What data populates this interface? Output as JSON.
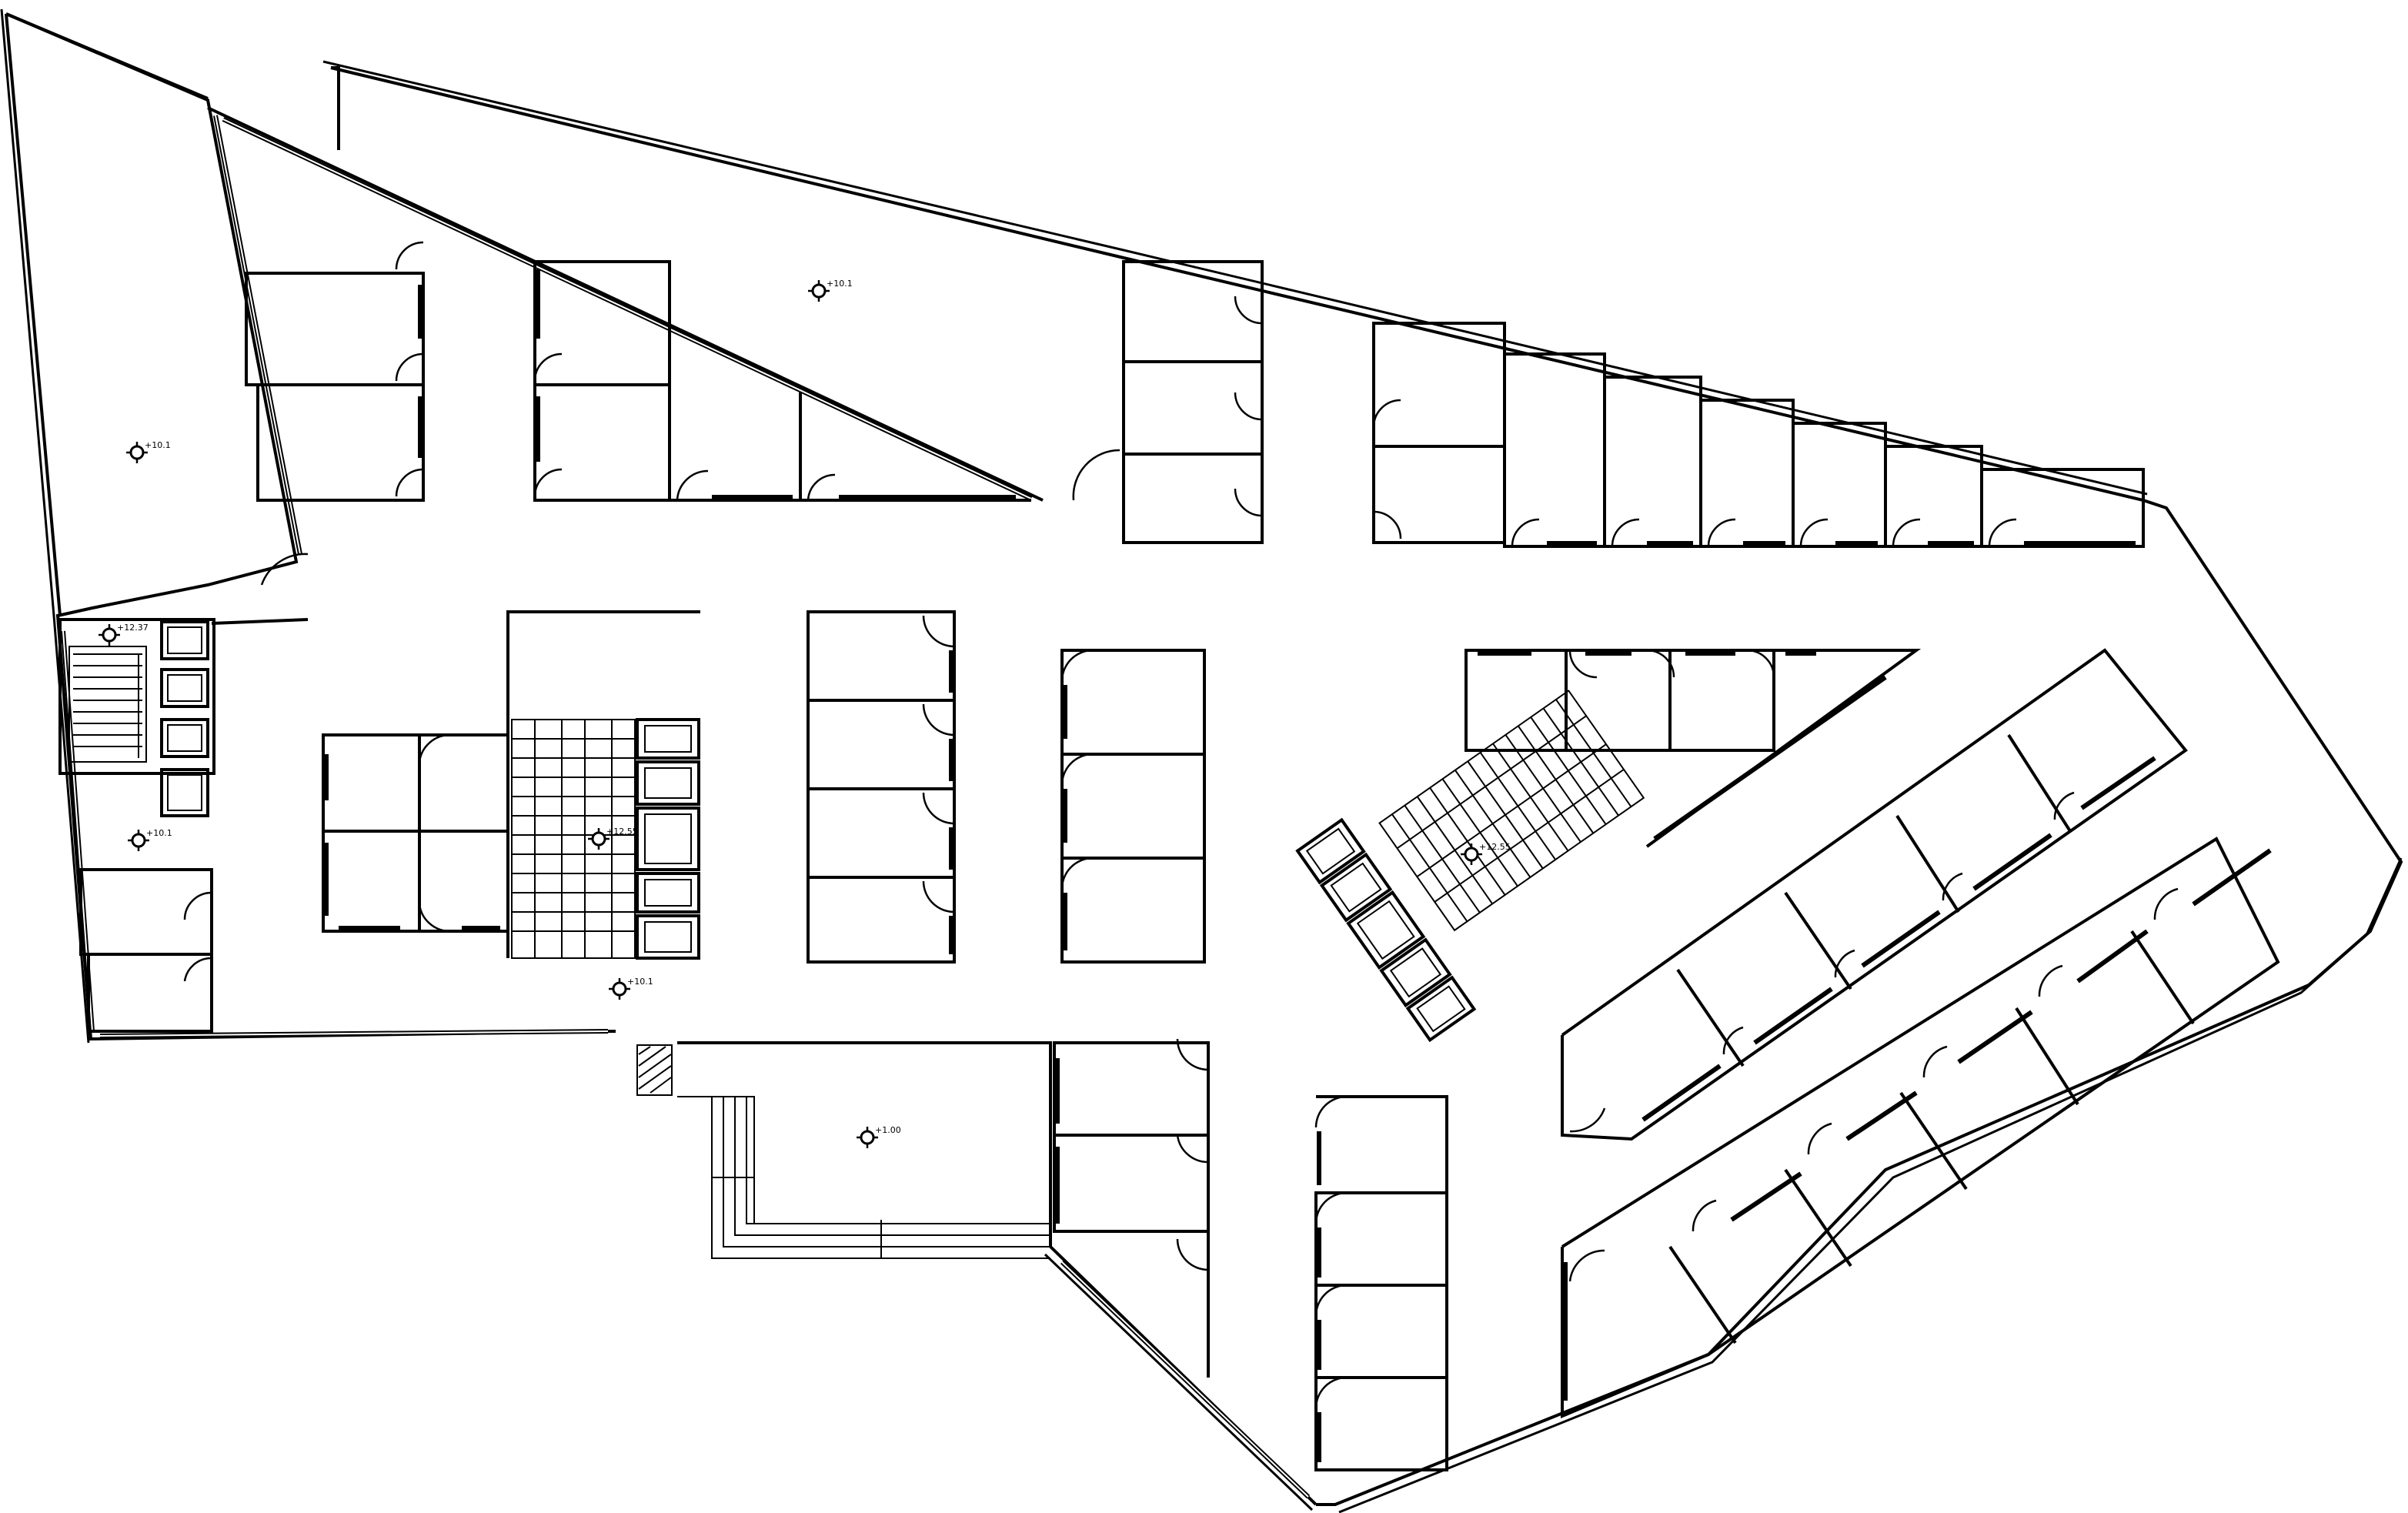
{
  "level_marks": [
    {
      "id": "lm-1",
      "label": "+10.1"
    },
    {
      "id": "lm-2",
      "label": "+10.1"
    },
    {
      "id": "lm-3",
      "label": "+12.37"
    },
    {
      "id": "lm-4",
      "label": "+10.1"
    },
    {
      "id": "lm-5",
      "label": "+12.55"
    },
    {
      "id": "lm-6",
      "label": "+10.1"
    },
    {
      "id": "lm-7",
      "label": "+12.55"
    },
    {
      "id": "lm-8",
      "label": "+1.00"
    }
  ]
}
